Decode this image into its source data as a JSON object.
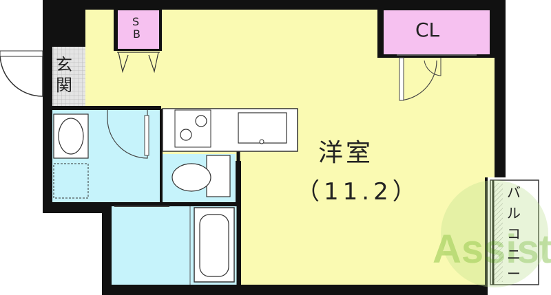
{
  "plan": {
    "main_room": {
      "name": "洋室",
      "size": "（11.2）"
    },
    "closet": "CL",
    "shoe_box_line1": "S",
    "shoe_box_line2": "B",
    "entrance_line1": "玄",
    "entrance_line2": "関",
    "balcony_chars": [
      "バ",
      "ル",
      "コ",
      "ニ",
      "ー"
    ],
    "watermark": "Assist"
  },
  "colors": {
    "wall": "#111111",
    "room_floor": "#fafab2",
    "wet_area": "#c6f3fb",
    "storage": "#f6c1f0",
    "entrance_tile": "#d8d8d8",
    "watermark": "#7dc33a"
  }
}
